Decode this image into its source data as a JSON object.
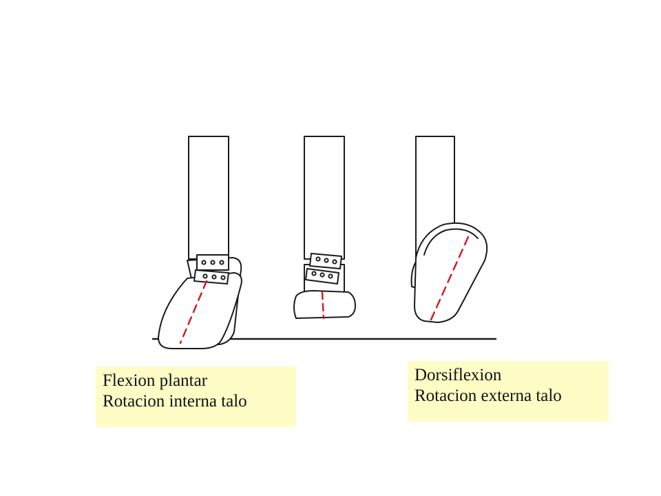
{
  "colors": {
    "caption_bg": "#fefdc6",
    "line": "#1a1a1a",
    "axis_dash": "#cc1f26"
  },
  "captions": {
    "left": {
      "line1": "Flexion plantar",
      "line2": "Rotacion interna talo"
    },
    "right": {
      "line1": "Dorsiflexion",
      "line2": "Rotacion externa talo"
    }
  }
}
